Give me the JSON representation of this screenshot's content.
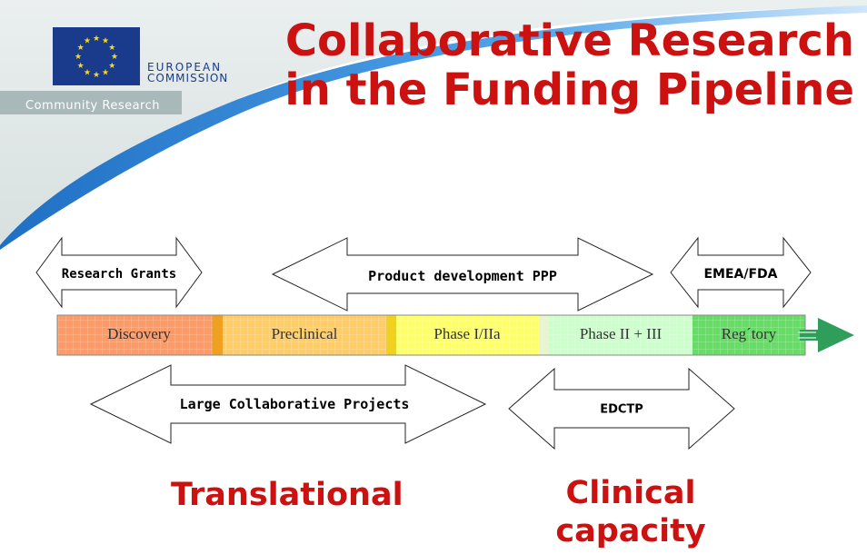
{
  "header": {
    "title_line1": "Collaborative Research",
    "title_line2": "in the Funding Pipeline",
    "org_line1": "EUROPEAN",
    "org_line2": "COMMISSION",
    "org_subtitle": "Community Research"
  },
  "colors": {
    "title_red": "#cc1111",
    "eu_blue": "#1a3a8c",
    "eu_star_yellow": "#ffdd00",
    "swoosh_blue": "#2e86d9",
    "banner_grey": "#a9b8b8"
  },
  "pipeline_stages": [
    {
      "label": "Discovery",
      "color": "#ff9966"
    },
    {
      "label": "Preclinical",
      "color": "#ffcc66"
    },
    {
      "label": "Phase I/IIa",
      "color": "#ffff66"
    },
    {
      "label": "Phase II + III",
      "color": "#ccffcc"
    },
    {
      "label": "Reg´tory",
      "color": "#66dd66"
    }
  ],
  "funding_arrows": {
    "research_grants": "Research Grants",
    "product_development": "Product development PPP",
    "emea_fda": "EMEA/FDA",
    "large_projects": "Large Collaborative Projects",
    "edctp": "EDCTP"
  },
  "bottom_labels": {
    "translational": "Translational",
    "clinical_line1": "Clinical",
    "clinical_line2": "capacity"
  }
}
